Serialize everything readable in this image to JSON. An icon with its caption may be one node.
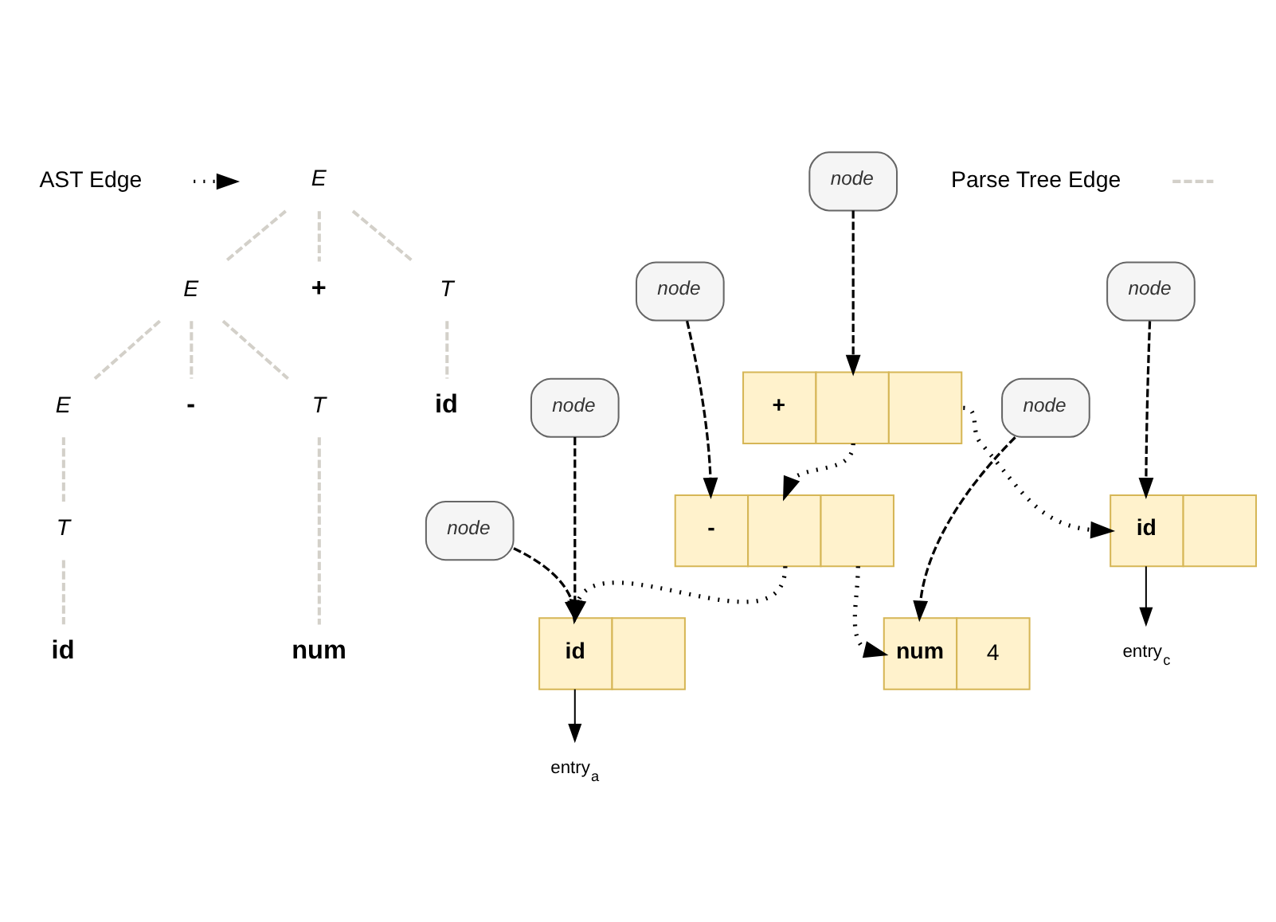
{
  "diagram": {
    "nodes": [
      {
        "text": [
          "E"
        ]
      },
      {
        "text": [
          "node"
        ]
      },
      {
        "text": [
          "E"
        ]
      },
      {
        "text": [
          "node"
        ]
      },
      {
        "text": [
          "+"
        ]
      },
      {
        "text": [
          "T"
        ]
      },
      {
        "text": [
          "node"
        ]
      },
      {
        "text": [
          "E"
        ]
      },
      {
        "text": [
          "node"
        ]
      },
      {
        "text": [
          "-"
        ]
      },
      {
        "text": [
          "T"
        ]
      },
      {
        "text": [
          "node"
        ]
      },
      {
        "text": [
          "+"
        ]
      },
      {
        "text": [
          "id"
        ]
      },
      {
        "text": [
          "T"
        ]
      },
      {
        "text": [
          "node"
        ]
      },
      {
        "text": [
          "-"
        ]
      },
      {
        "text": [
          "id"
        ]
      },
      {
        "text": [
          "entry$_{c}$"
        ]
      },
      {
        "text": [
          "id"
        ]
      },
      {
        "text": [
          "num"
        ]
      },
      {
        "text": [
          "id"
        ]
      },
      {
        "text": [
          "num",
          "4"
        ]
      },
      {
        "text": [
          "entry$_{a}$"
        ]
      }
    ],
    "edges": [
      {
        "from": 0,
        "to": 2,
        "arrow": "none",
        "style": "dashed",
        "color": "#d3d0c9"
      },
      {
        "from": 0,
        "to": 4,
        "arrow": "none",
        "style": "dashed",
        "color": "#d3d0c9"
      },
      {
        "from": 0,
        "to": 5,
        "arrow": "none",
        "style": "dashed",
        "color": "#d3d0c9"
      },
      {
        "from": 2,
        "to": 7,
        "arrow": "none",
        "style": "dashed",
        "color": "#d3d0c9"
      },
      {
        "from": 2,
        "to": 9,
        "arrow": "none",
        "style": "dashed",
        "color": "#d3d0c9"
      },
      {
        "from": 2,
        "to": 10,
        "arrow": "none",
        "style": "dashed",
        "color": "#d3d0c9"
      },
      {
        "from": 5,
        "to": 13,
        "arrow": "none",
        "style": "dashed",
        "color": "#d3d0c9"
      },
      {
        "from": 7,
        "to": 14,
        "arrow": "none",
        "style": "dashed",
        "color": "#d3d0c9"
      },
      {
        "from": 14,
        "to": 19,
        "arrow": "none",
        "style": "dashed",
        "color": "#d3d0c9"
      },
      {
        "from": 10,
        "to": 20,
        "arrow": "none",
        "style": "dashed",
        "color": "#d3d0c9"
      },
      {
        "from": 1,
        "to": 12,
        "arrow": "to",
        "style": "dashed"
      },
      {
        "from": 3,
        "to": 16,
        "arrow": "to",
        "style": "dashed"
      },
      {
        "from": 6,
        "to": 17,
        "arrow": "to",
        "style": "dashed"
      },
      {
        "from": 8,
        "to": 21,
        "arrow": "to",
        "style": "dashed"
      },
      {
        "from": 15,
        "to": 21,
        "arrow": "to",
        "style": "dashed"
      },
      {
        "from": 11,
        "to": 22,
        "arrow": "to",
        "style": "dashed"
      },
      {
        "from": 12,
        "to": 16,
        "arrow": "to",
        "style": "dashed"
      },
      {
        "from": 12,
        "to": 17,
        "arrow": "to",
        "style": "dashed"
      },
      {
        "from": 16,
        "to": 21,
        "arrow": "to",
        "style": "dashed"
      },
      {
        "from": 16,
        "to": 22,
        "arrow": "to",
        "style": "dashed"
      },
      {
        "from": 17,
        "to": 18,
        "arrow": "to"
      },
      {
        "from": 21,
        "to": 23,
        "arrow": "to"
      }
    ],
    "legend": [
      {
        "text": "AST Edge"
      },
      {
        "text": "Parse Tree Edge"
      }
    ]
  }
}
